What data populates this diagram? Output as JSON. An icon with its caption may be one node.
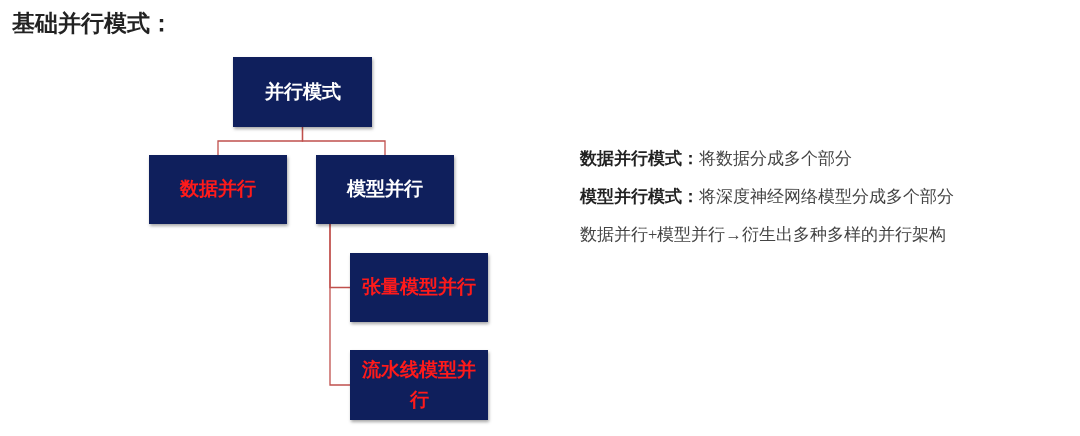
{
  "diagram": {
    "title": "基础并行模式：",
    "nodes": [
      {
        "text": [
          "并行模式"
        ]
      },
      {
        "text": [
          "数据并行"
        ]
      },
      {
        "text": [
          "模型并行"
        ]
      },
      {
        "text": [
          "张量模型并行"
        ]
      },
      {
        "text": [
          "流水线模型并行"
        ]
      }
    ],
    "edges": [
      {
        "from": 0,
        "to": 1,
        "arrow": "none"
      },
      {
        "from": 0,
        "to": 2,
        "arrow": "none"
      },
      {
        "from": 2,
        "to": 3,
        "arrow": "none"
      },
      {
        "from": 2,
        "to": 4,
        "arrow": "none"
      }
    ],
    "labels": [
      "**数据并行模式：**将数据分成多个部分",
      "**模型并行模式：**将深度神经网络模型分成多个部分",
      "数据并行+模型并行→衍生出多种多样的并行架构"
    ]
  }
}
